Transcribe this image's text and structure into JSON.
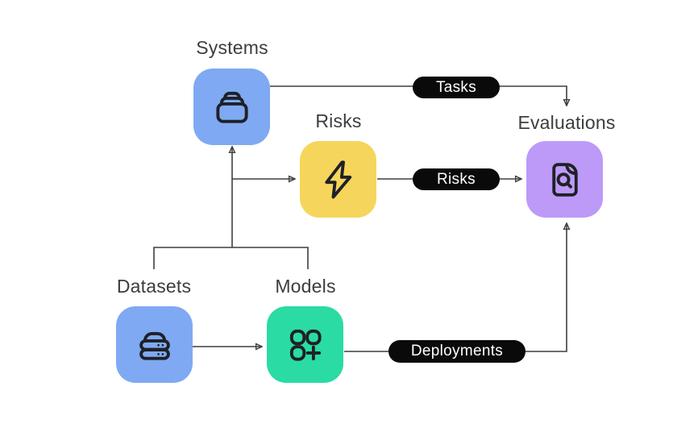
{
  "diagram": {
    "background": "#ffffff",
    "line_color": "#3f3f3f",
    "label_color": "#3d3d3d",
    "icon_color": "#1e2126",
    "pill": {
      "bg": "#0a0a0a",
      "text_color": "#ffffff"
    },
    "nodes": {
      "systems": {
        "label": "Systems",
        "color": "#7FA9F2",
        "icon": "archive-icon"
      },
      "risks": {
        "label": "Risks",
        "color": "#F6D55C",
        "icon": "lightning-icon"
      },
      "evaluations": {
        "label": "Evaluations",
        "color": "#BD9AF8",
        "icon": "document-search-icon"
      },
      "datasets": {
        "label": "Datasets",
        "color": "#7FA9F2",
        "icon": "database-icon"
      },
      "models": {
        "label": "Models",
        "color": "#2BDBA4",
        "icon": "grid-add-icon"
      }
    },
    "edges": {
      "tasks": {
        "label": "Tasks",
        "from": "Systems",
        "to": "Evaluations"
      },
      "risks": {
        "label": "Risks",
        "from": "Risks",
        "to": "Evaluations"
      },
      "deployments": {
        "label": "Deployments",
        "from": "Models",
        "to": "Evaluations"
      },
      "unlabeled": [
        {
          "from": "Datasets",
          "to": "Models"
        },
        {
          "from": "Datasets & Models",
          "to": "Systems"
        },
        {
          "from": "Datasets & Models",
          "to": "Risks"
        }
      ]
    }
  }
}
